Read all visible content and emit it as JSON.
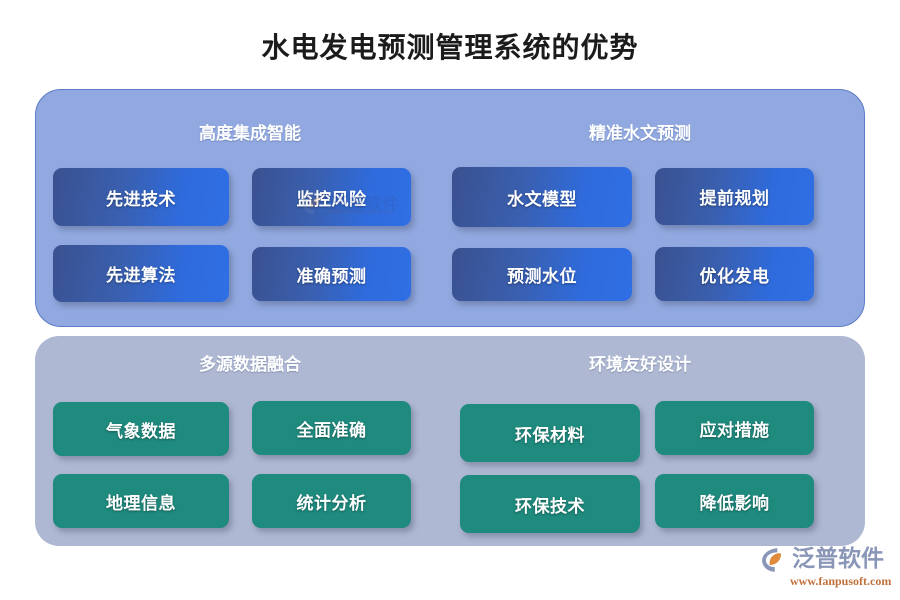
{
  "title": "水电发电预测管理系统的优势",
  "panels": [
    {
      "id": "top",
      "accent": "#91a9e0",
      "groups": [
        {
          "header": "高度集成智能",
          "cards": [
            "先进技术",
            "监控风险",
            "先进算法",
            "准确预测"
          ]
        },
        {
          "header": "精准水文预测",
          "cards": [
            "水文模型",
            "提前规划",
            "预测水位",
            "优化发电"
          ]
        }
      ]
    },
    {
      "id": "bottom",
      "accent": "#aeb8d2",
      "groups": [
        {
          "header": "多源数据融合",
          "cards": [
            "气象数据",
            "全面准确",
            "地理信息",
            "统计分析"
          ]
        },
        {
          "header": "环境友好设计",
          "cards": [
            "环保材料",
            "应对措施",
            "环保技术",
            "降低影响"
          ]
        }
      ]
    }
  ],
  "colors": {
    "title": "#1b1b1b",
    "panel_top_bg": "#91a9e0",
    "panel_top_border": "#5d7bc7",
    "panel_bottom_bg": "#aeb8d2",
    "card_blue_start": "#3a5190",
    "card_blue_end": "#2f6fe4",
    "card_green": "#1f8a7e",
    "brand_text": "#8a96b8",
    "brand_url": "#c0703c",
    "brand_mark_orange": "#e08a3c",
    "brand_mark_blue": "#8a96b8"
  },
  "brand": {
    "name": "泛普软件",
    "url": "www.fanpusoft.com",
    "mark": "fanpu-logo-icon"
  },
  "watermark": {
    "name": "泛普软件",
    "url": "www.fanpusoft.com"
  }
}
